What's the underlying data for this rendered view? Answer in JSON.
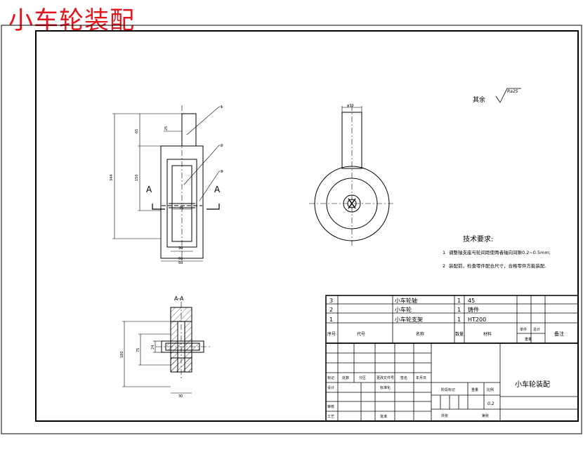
{
  "title": "小车轮装配",
  "colors": {
    "title": "#e3161d",
    "line": "#000000",
    "paper": "#ffffff"
  },
  "front_view": {
    "section_mark": "A",
    "part_refs": [
      "1",
      "2",
      "3"
    ],
    "dims": {
      "total_height": "344",
      "upper_height": "65",
      "middle_height": "150",
      "shaft_width": "25",
      "gap": "75",
      "inner_width": "90",
      "bottom_width": "60",
      "overall_width": "60"
    }
  },
  "side_view": {
    "dim_top": "φ30"
  },
  "section_view": {
    "label": "A-A",
    "dims": {
      "outer_height": "180",
      "mid_height": "75",
      "inner_height": "24",
      "bottom_width": "30"
    }
  },
  "surface_finish": {
    "label": "其余",
    "value": "Ra25"
  },
  "tech_requirements": {
    "heading": "技术要求:",
    "items": [
      {
        "num": "1",
        "text": "调整轴支座与轮间距使两者轴向间隙0.2~0.5mm;"
      },
      {
        "num": "2",
        "text": "装配前，检查零件配合尺寸，合格零件方能装配."
      }
    ]
  },
  "parts_list": {
    "rows": [
      {
        "num": "3",
        "name": "小车轮轴",
        "qty": "1",
        "material": "45"
      },
      {
        "num": "2",
        "name": "小车轮",
        "qty": "1",
        "material": "铸件"
      },
      {
        "num": "1",
        "name": "小车轮支架",
        "qty": "1",
        "material": "HT200"
      }
    ],
    "header": {
      "num": "序号",
      "code": "代号",
      "name": "名称",
      "qty": "数量",
      "material": "材料",
      "unit": "单件",
      "total": "总计",
      "weight": "重量",
      "note": "备注"
    }
  },
  "title_block": {
    "drawing_title": "小车轮装配",
    "row_labels": [
      "标记",
      "处数",
      "分区",
      "更改文件号",
      "签名",
      "年月日"
    ],
    "roles": [
      "设计",
      "审核",
      "工艺"
    ],
    "standardization": "标准化",
    "approve": "批准",
    "stage_mark": "阶段标记",
    "weight": "重量",
    "scale": "比例",
    "scale_value": "0.2",
    "sheet_total": "共张",
    "sheet_num": "第张"
  }
}
